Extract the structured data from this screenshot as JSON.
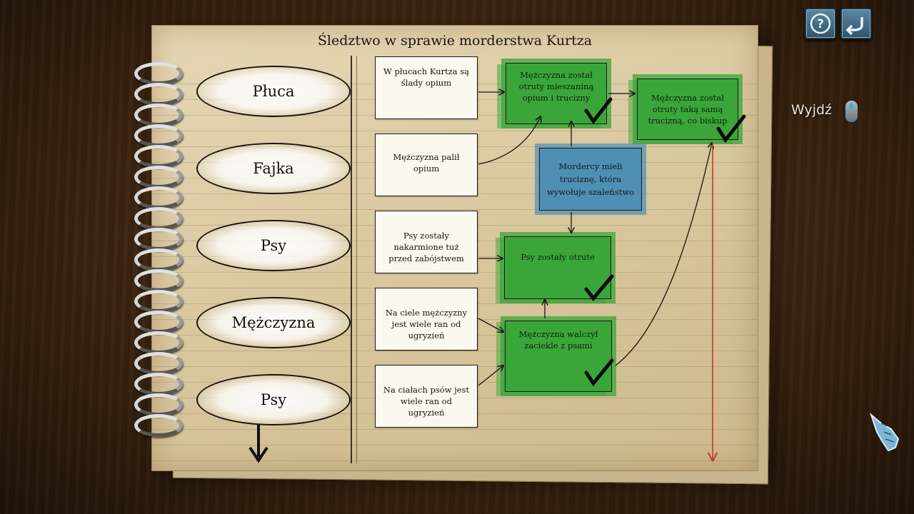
{
  "title": "Śledztwo w sprawie morderstwa Kurtza",
  "categories": [
    "Płuca",
    "Fajka",
    "Psy",
    "Mężczyzna",
    "Psy"
  ],
  "clues": [
    "W płucach Kurtza są ślady opium",
    "Mężczyzna palił opium",
    "Psy zostały nakarmione tuż przed zabójstwem",
    "Na ciele mężczyzny jest wiele ran od ugryzień",
    "Na ciałach psów jest wiele ran od ugryzień"
  ],
  "deductions": {
    "opium_poison": "Mężczyzna został otruty mieszaniną opium i trucizny",
    "bishop_poison": "Mężczyzna został otruty taką samą trucizną, co biskup",
    "murderers_poison": "Mordercy mieli truciznę, która wywołuje szaleństwo",
    "dogs_poisoned": "Psy zostały otrute",
    "fought_dogs": "Mężczyzna walczył zaciekle z psami"
  },
  "ui": {
    "exit_label": "Wyjdź",
    "help_icon": "question-mark-icon",
    "back_icon": "return-arrow-icon",
    "exit_icon": "mouse-icon",
    "cursor_icon": "pointing-hand-cursor"
  },
  "colors": {
    "confirmed": "#3aa63a",
    "hypothesis": "#4f8fb3",
    "timeline_arrow": "#c0392b"
  }
}
